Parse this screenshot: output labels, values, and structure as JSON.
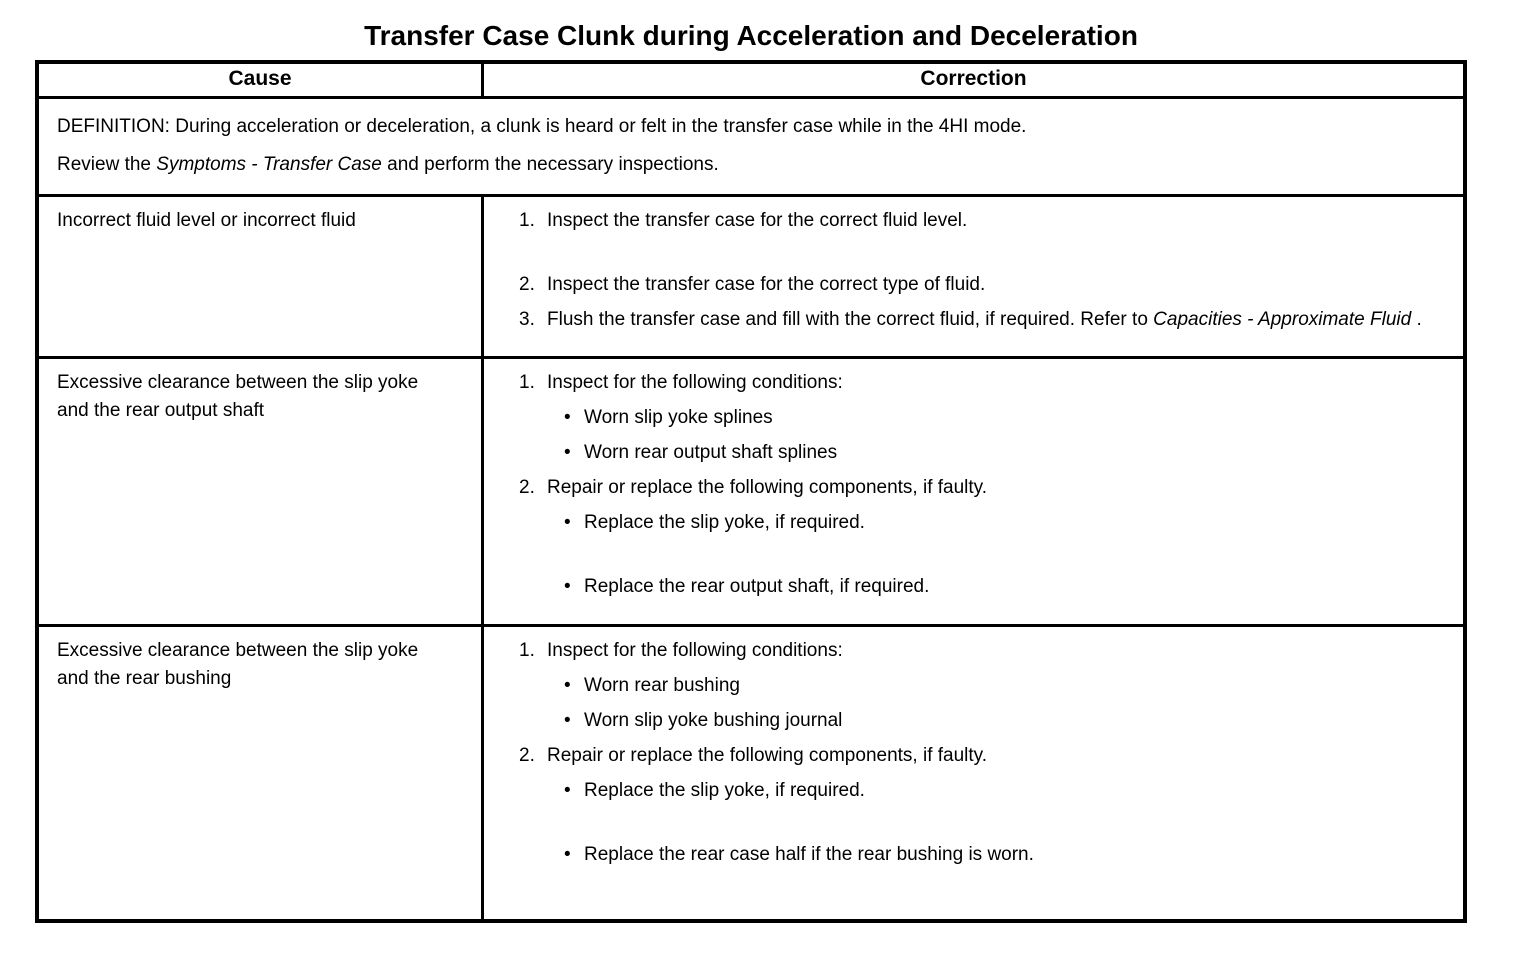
{
  "page": {
    "title": "Transfer Case Clunk during Acceleration and Deceleration"
  },
  "table": {
    "header": {
      "cause": "Cause",
      "correction": "Correction"
    },
    "definition": {
      "line1": "DEFINITION: During acceleration or deceleration, a clunk is heard or felt in the transfer case while in the 4HI mode.",
      "line2_pre": "Review the ",
      "line2_italic": "Symptoms - Transfer Case",
      "line2_post": " and perform the necessary inspections."
    },
    "rows": [
      {
        "cause": "Incorrect fluid level or incorrect fluid",
        "items": [
          {
            "num": "1.",
            "text": "Inspect the transfer case for the correct fluid level."
          },
          {
            "num": "2.",
            "text": "Inspect the transfer case for the correct type of fluid."
          },
          {
            "num": "3.",
            "text": "Flush the transfer case and fill with the correct fluid, if required. Refer to ",
            "italic": "Capacities - Approximate Fluid",
            "post": " ."
          }
        ]
      },
      {
        "cause": "Excessive clearance between the slip yoke and the rear output shaft",
        "items": [
          {
            "num": "1.",
            "text": "Inspect for the following conditions:"
          },
          {
            "bullet": "•",
            "text": "Worn slip yoke splines"
          },
          {
            "bullet": "•",
            "text": "Worn rear output shaft splines"
          },
          {
            "num": "2.",
            "text": "Repair or replace the following components, if faulty."
          },
          {
            "bullet": "•",
            "text": "Replace the slip yoke, if required."
          },
          {
            "bullet": "•",
            "text": "Replace the rear output shaft, if required."
          }
        ]
      },
      {
        "cause": "Excessive clearance between the slip yoke and the rear bushing",
        "items": [
          {
            "num": "1.",
            "text": "Inspect for the following conditions:"
          },
          {
            "bullet": "•",
            "text": "Worn rear bushing"
          },
          {
            "bullet": "•",
            "text": "Worn slip yoke bushing journal"
          },
          {
            "num": "2.",
            "text": "Repair or replace the following components, if faulty."
          },
          {
            "bullet": "•",
            "text": "Replace the slip yoke, if required."
          },
          {
            "bullet": "•",
            "text": "Replace the rear case half if the rear bushing is worn."
          }
        ]
      }
    ]
  }
}
